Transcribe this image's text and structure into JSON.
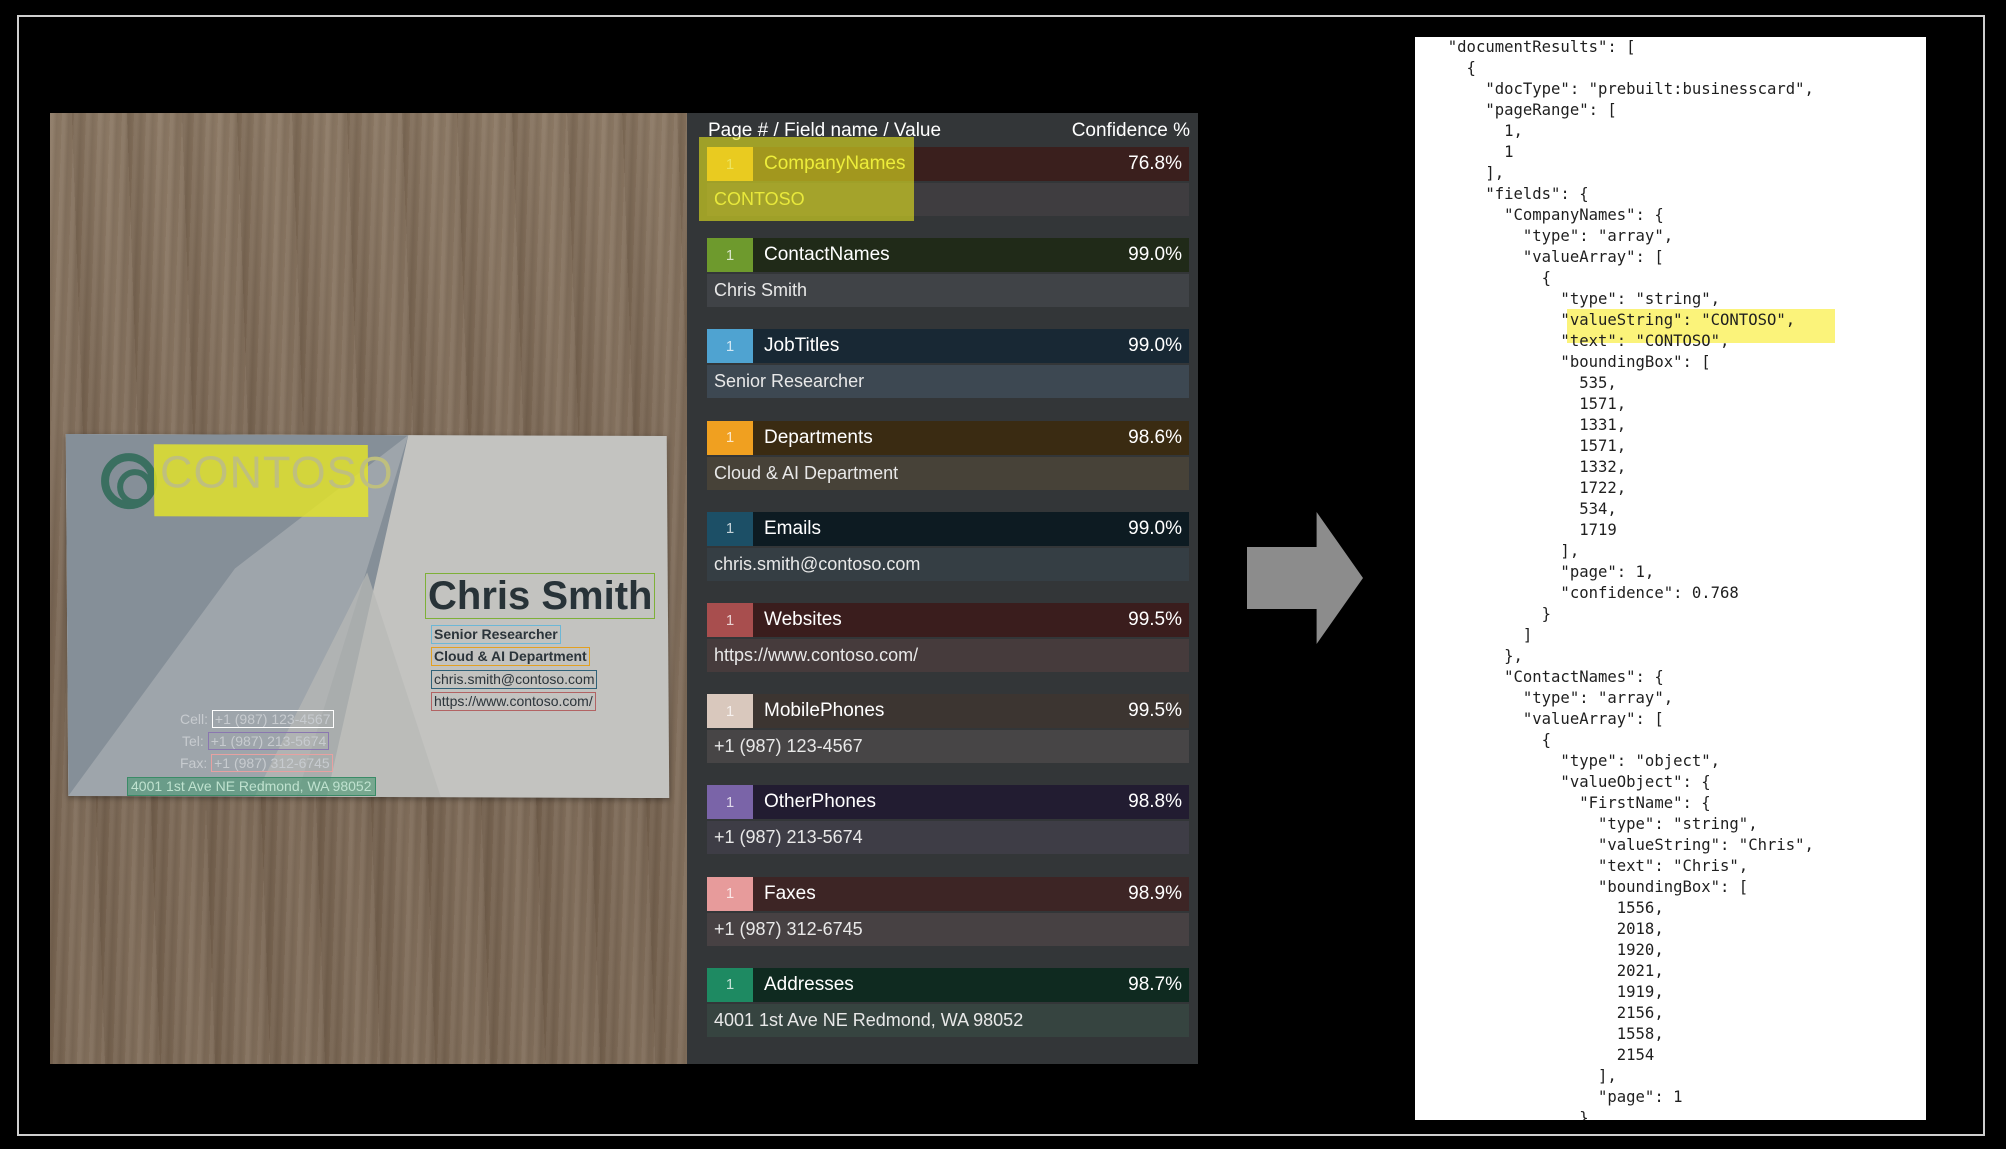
{
  "business_card": {
    "company": "CONTOSO",
    "name": "Chris Smith",
    "title": "Senior Researcher",
    "department": "Cloud & AI Department",
    "email": "chris.smith@contoso.com",
    "website": "https://www.contoso.com/",
    "cell_label": "Cell:",
    "cell": "+1 (987) 123-4567",
    "tel_label": "Tel:",
    "tel": "+1 (987) 213-5674",
    "fax_label": "Fax:",
    "fax": "+1 (987) 312-6745",
    "address": "4001 1st Ave NE Redmond, WA 98052"
  },
  "fields_panel": {
    "header_left": "Page # / Field name / Value",
    "header_right": "Confidence %",
    "rows": [
      {
        "page": "1",
        "name": "CompanyNames",
        "confidence": "76.8%",
        "value": "CONTOSO",
        "color": "#f5a623",
        "head_bg": "#3a1f1d",
        "val_bg": "#3f3d40",
        "name_color": "#ffff66"
      },
      {
        "page": "1",
        "name": "ContactNames",
        "confidence": "99.0%",
        "value": "Chris Smith",
        "color": "#6e9a2d",
        "head_bg": "#202a18",
        "val_bg": "#404347",
        "name_color": "#ffffff"
      },
      {
        "page": "1",
        "name": "JobTitles",
        "confidence": "99.0%",
        "value": "Senior Researcher",
        "color": "#4fa3d1",
        "head_bg": "#182834",
        "val_bg": "#3d4852",
        "name_color": "#ffffff"
      },
      {
        "page": "1",
        "name": "Departments",
        "confidence": "98.6%",
        "value": "Cloud & AI Department",
        "color": "#f0a020",
        "head_bg": "#3a2b12",
        "val_bg": "#474238",
        "name_color": "#ffffff"
      },
      {
        "page": "1",
        "name": "Emails",
        "confidence": "99.0%",
        "value": "chris.smith@contoso.com",
        "color": "#1c4f66",
        "head_bg": "#0d1b22",
        "val_bg": "#353e44",
        "name_color": "#ffffff"
      },
      {
        "page": "1",
        "name": "Websites",
        "confidence": "99.5%",
        "value": "https://www.contoso.com/",
        "color": "#a84e4e",
        "head_bg": "#3a1d1d",
        "val_bg": "#463b3c",
        "name_color": "#ffffff"
      },
      {
        "page": "1",
        "name": "MobilePhones",
        "confidence": "99.5%",
        "value": "+1 (987) 123-4567",
        "color": "#d9c8bd",
        "head_bg": "#3c3531",
        "val_bg": "#474546",
        "name_color": "#ffffff"
      },
      {
        "page": "1",
        "name": "OtherPhones",
        "confidence": "98.8%",
        "value": "+1 (987) 213-5674",
        "color": "#7a64a8",
        "head_bg": "#221c31",
        "val_bg": "#3e3d46",
        "name_color": "#ffffff"
      },
      {
        "page": "1",
        "name": "Faxes",
        "confidence": "98.9%",
        "value": "+1 (987) 312-6745",
        "color": "#e79b9b",
        "head_bg": "#3d2525",
        "val_bg": "#474143",
        "name_color": "#ffffff"
      },
      {
        "page": "1",
        "name": "Addresses",
        "confidence": "98.7%",
        "value": "4001 1st Ave NE Redmond, WA 98052",
        "color": "#1e8a62",
        "head_bg": "#0f2a20",
        "val_bg": "#364440",
        "name_color": "#ffffff"
      }
    ]
  },
  "json_panel": {
    "text": "  \"documentResults\": [\n    {\n      \"docType\": \"prebuilt:businesscard\",\n      \"pageRange\": [\n        1,\n        1\n      ],\n      \"fields\": {\n        \"CompanyNames\": {\n          \"type\": \"array\",\n          \"valueArray\": [\n            {\n              \"type\": \"string\",\n              \"valueString\": \"CONTOSO\",\n              \"text\": \"CONTOSO\",\n              \"boundingBox\": [\n                535,\n                1571,\n                1331,\n                1571,\n                1332,\n                1722,\n                534,\n                1719\n              ],\n              \"page\": 1,\n              \"confidence\": 0.768\n            }\n          ]\n        },\n        \"ContactNames\": {\n          \"type\": \"array\",\n          \"valueArray\": [\n            {\n              \"type\": \"object\",\n              \"valueObject\": {\n                \"FirstName\": {\n                  \"type\": \"string\",\n                  \"valueString\": \"Chris\",\n                  \"text\": \"Chris\",\n                  \"boundingBox\": [\n                    1556,\n                    2018,\n                    1920,\n                    2021,\n                    1919,\n                    2156,\n                    1558,\n                    2154\n                  ],\n                  \"page\": 1\n                }"
  }
}
